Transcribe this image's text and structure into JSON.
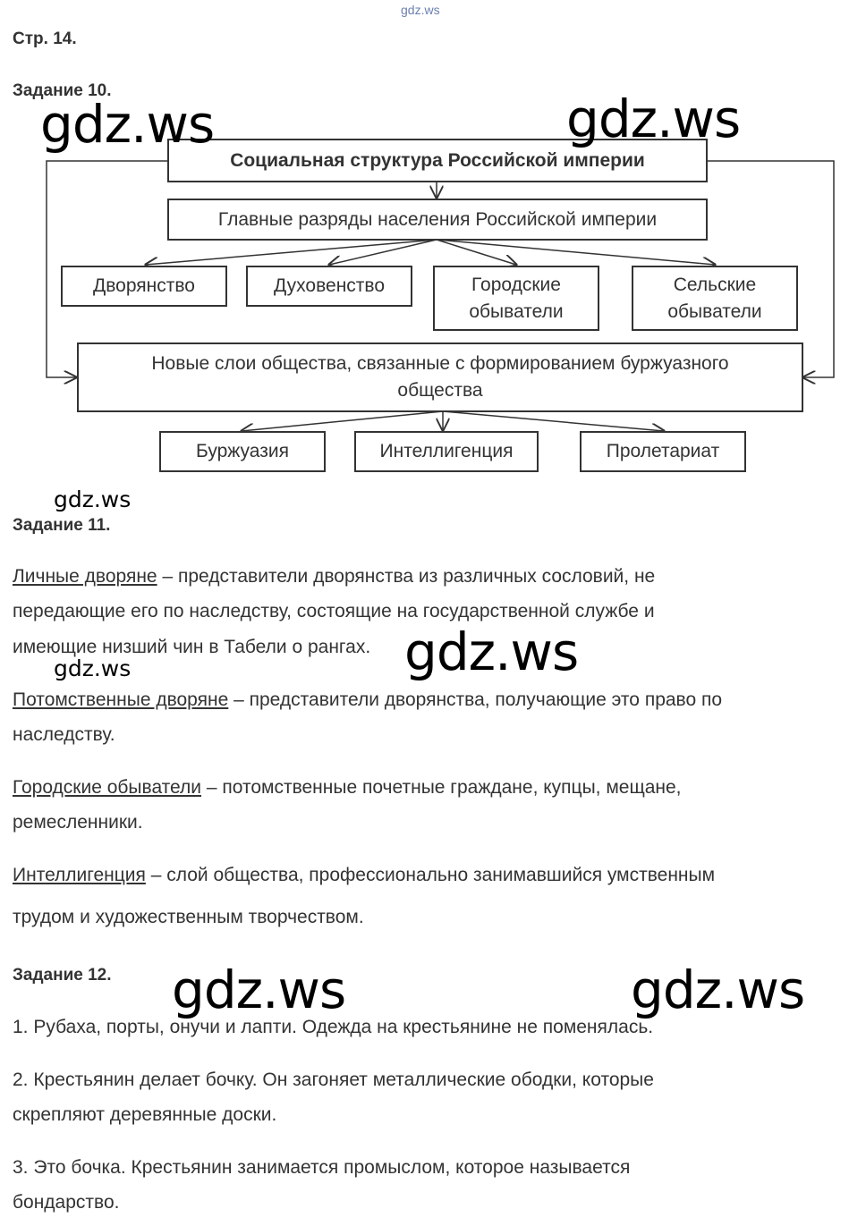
{
  "site_mark": "gdz.ws",
  "page_label": "Стр. 14.",
  "task10": {
    "title": "Задание 10.",
    "diagram": {
      "root": "Социальная структура Российской империи",
      "main": "Главные разряды населения Российской империи",
      "estates": [
        "Дворянство",
        "Духовенство",
        "Городские обыватели",
        "Сельские обыватели"
      ],
      "new_layers": "Новые слои общества, связанные с формированием буржуазного общества",
      "new_groups": [
        "Буржуазия",
        "Интеллигенция",
        "Пролетариат"
      ]
    }
  },
  "watermark": "gdz.ws",
  "task11": {
    "title": "Задание 11.",
    "items": [
      {
        "term": "Личные дворяне",
        "lines": [
          " – представители дворянства из различных сословий, не",
          "передающие его по наследству, состоящие на государственной службе и",
          "имеющие низший чин в Табели о рангах."
        ]
      },
      {
        "term": "Потомственные дворяне",
        "lines": [
          " – представители дворянства, получающие это право по",
          "наследству."
        ]
      },
      {
        "term": "Городские обыватели",
        "lines": [
          " – потомственные почетные граждане, купцы, мещане,",
          "ремесленники."
        ]
      },
      {
        "term": "Интеллигенция",
        "lines": [
          " – слой общества, профессионально занимавшийся умственным",
          "трудом и художественным творчеством."
        ]
      }
    ]
  },
  "task12": {
    "title": "Задание 12.",
    "answers": [
      [
        "1. Рубаха, порты, онучи и лапти. Одежда на крестьянине не поменялась."
      ],
      [
        "2. Крестьянин делает бочку. Он загоняет металлические ободки, которые",
        "скрепляют деревянные доски."
      ],
      [
        "3. Это бочка. Крестьянин занимается промыслом, которое называется",
        "бондарство."
      ]
    ]
  }
}
